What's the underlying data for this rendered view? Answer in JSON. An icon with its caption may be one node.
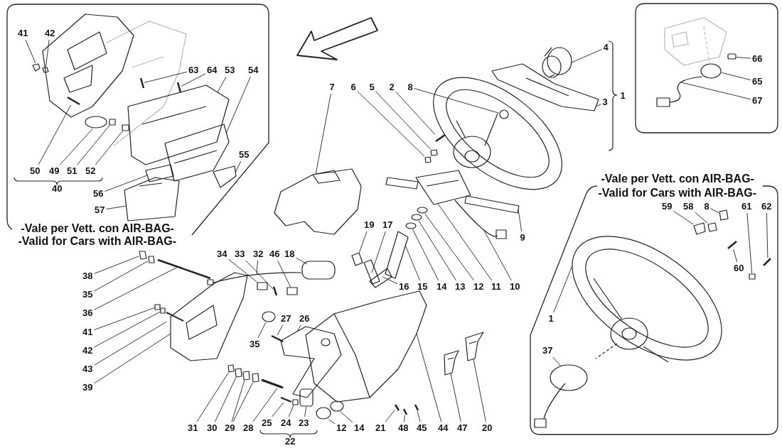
{
  "diagram": {
    "nodes": [
      {
        "text": [
          "-Vale per Vett. con AIR-BAG-",
          "-Valid for Cars with AIR-BAG-"
        ]
      },
      {
        "text": [
          "41"
        ],
        "in": 0
      },
      {
        "text": [
          "42"
        ],
        "in": 0
      },
      {
        "text": [
          "63"
        ],
        "in": 0
      },
      {
        "text": [
          "64"
        ],
        "in": 0
      },
      {
        "text": [
          "53"
        ],
        "in": 0
      },
      {
        "text": [
          "54"
        ],
        "in": 0
      },
      {
        "text": [
          "55"
        ],
        "in": 0
      },
      {
        "text": [
          "50"
        ],
        "in": 0
      },
      {
        "text": [
          "49"
        ],
        "in": 0
      },
      {
        "text": [
          "51"
        ],
        "in": 0
      },
      {
        "text": [
          "52"
        ],
        "in": 0
      },
      {
        "text": [
          "56"
        ],
        "in": 0
      },
      {
        "text": [
          "57"
        ],
        "in": 0
      },
      {
        "text": [],
        "shape": "box"
      },
      {
        "text": [
          "66"
        ],
        "in": 14
      },
      {
        "text": [
          "65"
        ],
        "in": 14
      },
      {
        "text": [
          "67"
        ],
        "in": 14
      },
      {
        "text": [
          "-Vale per Vett. con AIR-BAG-",
          "-Valid for Cars with AIR-BAG-"
        ]
      },
      {
        "text": [
          "59"
        ],
        "in": 18
      },
      {
        "text": [
          "58"
        ],
        "in": 18
      },
      {
        "text": [
          "8"
        ],
        "in": 18
      },
      {
        "text": [
          "61"
        ],
        "in": 18
      },
      {
        "text": [
          "62"
        ],
        "in": 18
      },
      {
        "text": [
          "60"
        ],
        "in": 18
      },
      {
        "text": [
          "1"
        ],
        "in": 18
      },
      {
        "text": [
          "37"
        ],
        "in": 18
      },
      {
        "text": [
          "4"
        ]
      },
      {
        "text": [
          "7"
        ]
      },
      {
        "text": [
          "6"
        ]
      },
      {
        "text": [
          "5"
        ]
      },
      {
        "text": [
          "2"
        ]
      },
      {
        "text": [
          "8"
        ]
      },
      {
        "text": [
          "3"
        ]
      },
      {
        "text": [
          "17"
        ]
      },
      {
        "text": [
          "19"
        ]
      },
      {
        "text": [
          "9"
        ]
      },
      {
        "text": [
          "34"
        ]
      },
      {
        "text": [
          "33"
        ]
      },
      {
        "text": [
          "32"
        ]
      },
      {
        "text": [
          "46"
        ]
      },
      {
        "text": [
          "18"
        ]
      },
      {
        "text": [
          "38"
        ]
      },
      {
        "text": [
          "16"
        ]
      },
      {
        "text": [
          "15"
        ]
      },
      {
        "text": [
          "14"
        ]
      },
      {
        "text": [
          "13"
        ]
      },
      {
        "text": [
          "12"
        ]
      },
      {
        "text": [
          "11"
        ]
      },
      {
        "text": [
          "10"
        ]
      },
      {
        "text": [
          "35"
        ]
      },
      {
        "text": [
          "36"
        ]
      },
      {
        "text": [
          "27"
        ]
      },
      {
        "text": [
          "26"
        ]
      },
      {
        "text": [
          "41"
        ]
      },
      {
        "text": [
          "35"
        ]
      },
      {
        "text": [
          "42"
        ]
      },
      {
        "text": [
          "43"
        ]
      },
      {
        "text": [
          "39"
        ]
      },
      {
        "text": [
          "25"
        ]
      },
      {
        "text": [
          "24"
        ]
      },
      {
        "text": [
          "23"
        ]
      },
      {
        "text": [
          "31"
        ]
      },
      {
        "text": [
          "30"
        ]
      },
      {
        "text": [
          "29"
        ]
      },
      {
        "text": [
          "28"
        ]
      },
      {
        "text": [
          "12"
        ]
      },
      {
        "text": [
          "14"
        ]
      },
      {
        "text": [
          "21"
        ]
      },
      {
        "text": [
          "48"
        ]
      },
      {
        "text": [
          "45"
        ]
      },
      {
        "text": [
          "44"
        ]
      },
      {
        "text": [
          "47"
        ]
      },
      {
        "text": [
          "20"
        ]
      },
      {
        "text": [],
        "shape": "box",
        "in": 0
      },
      {
        "text": [],
        "shape": "box",
        "in": 0
      },
      {
        "text": [],
        "shape": "bar",
        "in": 0
      },
      {
        "text": [],
        "shape": "bar",
        "in": 0
      },
      {
        "text": [],
        "shape": "picture",
        "in": 0
      },
      {
        "text": [],
        "shape": "picture",
        "in": 0
      },
      {
        "text": [],
        "shape": "box",
        "in": 0
      },
      {
        "text": [],
        "shape": "bar",
        "in": 0
      },
      {
        "text": [],
        "shape": "circle",
        "in": 0
      },
      {
        "text": [],
        "shape": "box",
        "in": 0
      },
      {
        "text": [],
        "shape": "box",
        "in": 0
      },
      {
        "text": [],
        "shape": "box",
        "in": 0
      },
      {
        "text": [],
        "shape": "picture",
        "in": 0
      },
      {
        "text": [],
        "shape": "box",
        "in": 14
      },
      {
        "text": [],
        "shape": "circle",
        "in": 14
      },
      {
        "text": [],
        "shape": "picture",
        "in": 14
      },
      {
        "text": [],
        "shape": "box",
        "in": 18
      },
      {
        "text": [],
        "shape": "box",
        "in": 18
      },
      {
        "text": [],
        "shape": "box",
        "in": 18
      },
      {
        "text": [],
        "shape": "box",
        "in": 18
      },
      {
        "text": [],
        "shape": "bar",
        "in": 18
      },
      {
        "text": [],
        "shape": "bar",
        "in": 18
      },
      {
        "text": [],
        "shape": "picture",
        "in": 18
      },
      {
        "text": [],
        "shape": "picture",
        "in": 18
      },
      {
        "text": [],
        "shape": "cylinder"
      },
      {
        "text": [],
        "shape": "picture"
      },
      {
        "text": [],
        "shape": "box"
      },
      {
        "text": [],
        "shape": "box"
      },
      {
        "text": [],
        "shape": "bar"
      },
      {
        "text": [],
        "shape": "circle"
      },
      {
        "text": [],
        "shape": "picture"
      },
      {
        "text": [],
        "shape": "box"
      },
      {
        "text": [],
        "shape": "box"
      },
      {
        "text": [],
        "shape": "box"
      },
      {
        "text": [],
        "shape": "box"
      },
      {
        "text": [],
        "shape": "bar"
      },
      {
        "text": [],
        "shape": "picture"
      },
      {
        "text": [],
        "shape": "box"
      },
      {
        "text": [],
        "shape": "box"
      },
      {
        "text": [],
        "shape": "box"
      },
      {
        "text": [],
        "shape": "box"
      },
      {
        "text": [],
        "shape": "box"
      },
      {
        "text": [],
        "shape": "circle"
      },
      {
        "text": [],
        "shape": "circle"
      },
      {
        "text": [],
        "shape": "circle"
      },
      {
        "text": [],
        "shape": "picture"
      },
      {
        "text": [],
        "shape": "picture"
      },
      {
        "text": [],
        "shape": "box"
      },
      {
        "text": [],
        "shape": "bar"
      },
      {
        "text": [],
        "shape": "bar"
      },
      {
        "text": [],
        "shape": "picture"
      },
      {
        "text": [],
        "shape": "box"
      },
      {
        "text": [],
        "shape": "circle"
      },
      {
        "text": [],
        "shape": "box"
      },
      {
        "text": [],
        "shape": "bar"
      },
      {
        "text": [],
        "shape": "picture"
      },
      {
        "text": [],
        "shape": "bar"
      },
      {
        "text": [],
        "shape": "box"
      },
      {
        "text": [],
        "shape": "box"
      },
      {
        "text": [],
        "shape": "box"
      },
      {
        "text": [],
        "shape": "box"
      },
      {
        "text": [],
        "shape": "box"
      },
      {
        "text": [],
        "shape": "box"
      },
      {
        "text": [],
        "shape": "bar"
      },
      {
        "text": [],
        "shape": "circle"
      },
      {
        "text": [],
        "shape": "circle"
      },
      {
        "text": [],
        "shape": "bar"
      },
      {
        "text": [],
        "shape": "bar"
      },
      {
        "text": [],
        "shape": "bar"
      },
      {
        "text": [],
        "shape": "picture"
      },
      {
        "text": [],
        "shape": "picture"
      },
      {
        "text": [],
        "shape": "picture"
      }
    ],
    "edges": [
      {
        "from": 1,
        "to": 74,
        "arrow": "none"
      },
      {
        "from": 2,
        "to": 75,
        "arrow": "none"
      },
      {
        "from": 3,
        "to": 76,
        "arrow": "none"
      },
      {
        "from": 4,
        "to": 77,
        "arrow": "none"
      },
      {
        "from": 5,
        "to": 78,
        "arrow": "none"
      },
      {
        "from": 6,
        "to": 79,
        "arrow": "none"
      },
      {
        "from": 7,
        "to": 80,
        "arrow": "none"
      },
      {
        "from": 8,
        "to": 81,
        "arrow": "none"
      },
      {
        "from": 9,
        "to": 82,
        "arrow": "none"
      },
      {
        "from": 10,
        "to": 83,
        "arrow": "none"
      },
      {
        "from": 11,
        "to": 84,
        "arrow": "none"
      },
      {
        "from": 12,
        "to": 85,
        "arrow": "none"
      },
      {
        "from": 13,
        "to": 86,
        "arrow": "none"
      },
      {
        "from": 15,
        "to": 87,
        "arrow": "none"
      },
      {
        "from": 16,
        "to": 88,
        "arrow": "none"
      },
      {
        "from": 17,
        "to": 89,
        "arrow": "none"
      },
      {
        "from": 19,
        "to": 90,
        "arrow": "none"
      },
      {
        "from": 20,
        "to": 91,
        "arrow": "none"
      },
      {
        "from": 21,
        "to": 92,
        "arrow": "none"
      },
      {
        "from": 22,
        "to": 93,
        "arrow": "none"
      },
      {
        "from": 23,
        "to": 94,
        "arrow": "none"
      },
      {
        "from": 24,
        "to": 95,
        "arrow": "none"
      },
      {
        "from": 25,
        "to": 96,
        "arrow": "none"
      },
      {
        "from": 26,
        "to": 97,
        "arrow": "none"
      },
      {
        "from": 27,
        "to": 98,
        "arrow": "none"
      },
      {
        "from": 28,
        "to": 99,
        "arrow": "none"
      },
      {
        "from": 29,
        "to": 100,
        "arrow": "none"
      },
      {
        "from": 30,
        "to": 101,
        "arrow": "none"
      },
      {
        "from": 31,
        "to": 102,
        "arrow": "none"
      },
      {
        "from": 32,
        "to": 103,
        "arrow": "none"
      },
      {
        "from": 33,
        "to": 104,
        "arrow": "none"
      },
      {
        "from": 34,
        "to": 105,
        "arrow": "none"
      },
      {
        "from": 35,
        "to": 106,
        "arrow": "none"
      },
      {
        "from": 36,
        "to": 107,
        "arrow": "none"
      },
      {
        "from": 37,
        "to": 108,
        "arrow": "none"
      },
      {
        "from": 38,
        "to": 109,
        "arrow": "none"
      },
      {
        "from": 39,
        "to": 110,
        "arrow": "none"
      },
      {
        "from": 40,
        "to": 111,
        "arrow": "none"
      },
      {
        "from": 41,
        "to": 112,
        "arrow": "none"
      },
      {
        "from": 42,
        "to": 113,
        "arrow": "none"
      },
      {
        "from": 43,
        "to": 114,
        "arrow": "none"
      },
      {
        "from": 44,
        "to": 115,
        "arrow": "none"
      },
      {
        "from": 45,
        "to": 116,
        "arrow": "none"
      },
      {
        "from": 46,
        "to": 117,
        "arrow": "none"
      },
      {
        "from": 47,
        "to": 118,
        "arrow": "none"
      },
      {
        "from": 48,
        "to": 119,
        "arrow": "none"
      },
      {
        "from": 49,
        "to": 120,
        "arrow": "none"
      },
      {
        "from": 50,
        "to": 121,
        "arrow": "none"
      },
      {
        "from": 51,
        "to": 122,
        "arrow": "none"
      },
      {
        "from": 52,
        "to": 123,
        "arrow": "none"
      },
      {
        "from": 53,
        "to": 124,
        "arrow": "none"
      },
      {
        "from": 54,
        "to": 125,
        "arrow": "none"
      },
      {
        "from": 55,
        "to": 126,
        "arrow": "none"
      },
      {
        "from": 56,
        "to": 127,
        "arrow": "none"
      },
      {
        "from": 57,
        "to": 128,
        "arrow": "none"
      },
      {
        "from": 58,
        "to": 129,
        "arrow": "none"
      },
      {
        "from": 59,
        "to": 130,
        "arrow": "none"
      },
      {
        "from": 60,
        "to": 131,
        "arrow": "none"
      },
      {
        "from": 61,
        "to": 132,
        "arrow": "none"
      },
      {
        "from": 62,
        "to": 133,
        "arrow": "none"
      },
      {
        "from": 63,
        "to": 134,
        "arrow": "none"
      },
      {
        "from": 64,
        "to": 135,
        "arrow": "none"
      },
      {
        "from": 64,
        "to": 136,
        "arrow": "none"
      },
      {
        "from": 65,
        "to": 137,
        "arrow": "none"
      },
      {
        "from": 66,
        "to": 138,
        "arrow": "none"
      },
      {
        "from": 67,
        "to": 139,
        "arrow": "none"
      },
      {
        "from": 68,
        "to": 140,
        "arrow": "none"
      },
      {
        "from": 69,
        "to": 141,
        "arrow": "none"
      },
      {
        "from": 70,
        "to": 142,
        "arrow": "none"
      },
      {
        "from": 71,
        "to": 143,
        "arrow": "none"
      },
      {
        "from": 72,
        "to": 144,
        "arrow": "none"
      },
      {
        "from": 73,
        "to": 145,
        "arrow": "none"
      }
    ],
    "labels": [
      "1",
      "40",
      "22"
    ]
  }
}
